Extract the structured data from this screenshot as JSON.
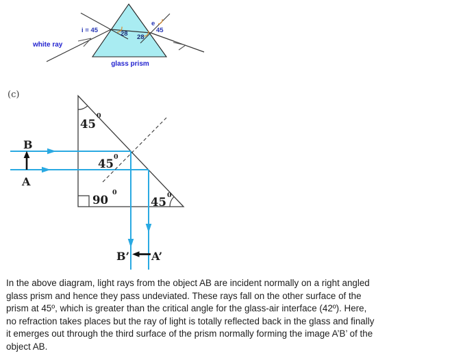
{
  "prism_diagram": {
    "white_ray_label": "white ray",
    "glass_prism_label": "glass prism",
    "incident_angle_label": "i = 45",
    "refraction_angle_left": "28",
    "refraction_angle_right": "28",
    "emergent_symbol": "e",
    "emergent_angle_label": "45"
  },
  "section_label": "(c)",
  "tir_diagram": {
    "apex_angle": {
      "value": "45",
      "sup": "0"
    },
    "incidence_angle": {
      "value": "45",
      "sup": "0"
    },
    "right_angle": {
      "value": "90",
      "sup": "0"
    },
    "base_angle": {
      "value": "45",
      "sup": "0"
    },
    "object_label_top": "B",
    "object_label_bottom": "A",
    "image_label_left": "B’",
    "image_label_right": "A’"
  },
  "caption": {
    "lines": [
      "In the above diagram, light rays from the object AB are incident normally on a right angled",
      "glass prism and hence they pass undeviated. These rays fall on the other surface of the",
      "prism at 45º, which is greater than the critical angle for the glass-air interface (42º). Here,",
      "no refraction takes places but the ray of light is totally reflected back in the glass and finally",
      "it emerges out through the third surface of the prism normally forming the image A’B’ of the",
      "object AB."
    ]
  },
  "colors": {
    "prism_fill": "#a9ecf2",
    "diagram_label_blue": "#2323cf",
    "angle_label_navy": "#1b2a75",
    "angle_arc_orange": "#d98a2b",
    "ray_blue": "#29a9e2",
    "line_dark": "#3a3a3a",
    "text": "#1c1c1c"
  }
}
